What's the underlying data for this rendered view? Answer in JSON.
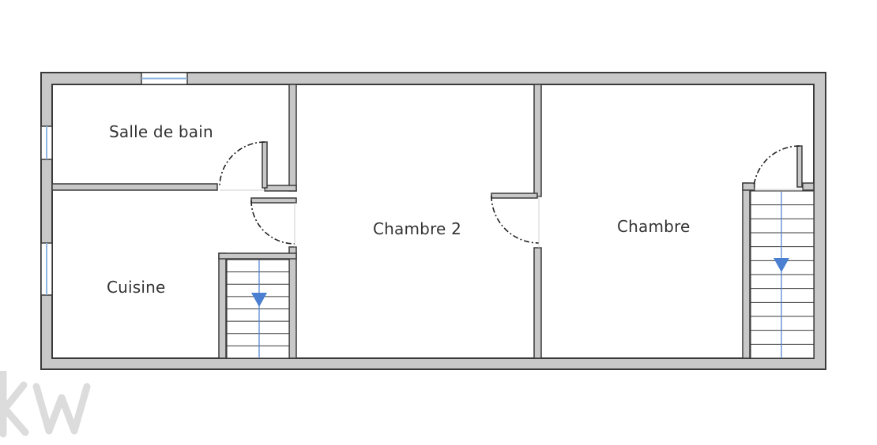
{
  "rooms": {
    "salle_de_bain": "Salle de bain",
    "cuisine": "Cuisine",
    "chambre_2": "Chambre 2",
    "chambre": "Chambre"
  },
  "watermark": "kw",
  "colors": {
    "wall_fill": "#c8c8c8",
    "wall_stroke": "#3a3a3a",
    "stair_arrow": "#4a7fd1",
    "window": "#8fb6e0",
    "watermark": "#dcdcdc"
  },
  "icons": {
    "stair_arrow": "triangle-down",
    "door_swing": "dashed-arc"
  }
}
